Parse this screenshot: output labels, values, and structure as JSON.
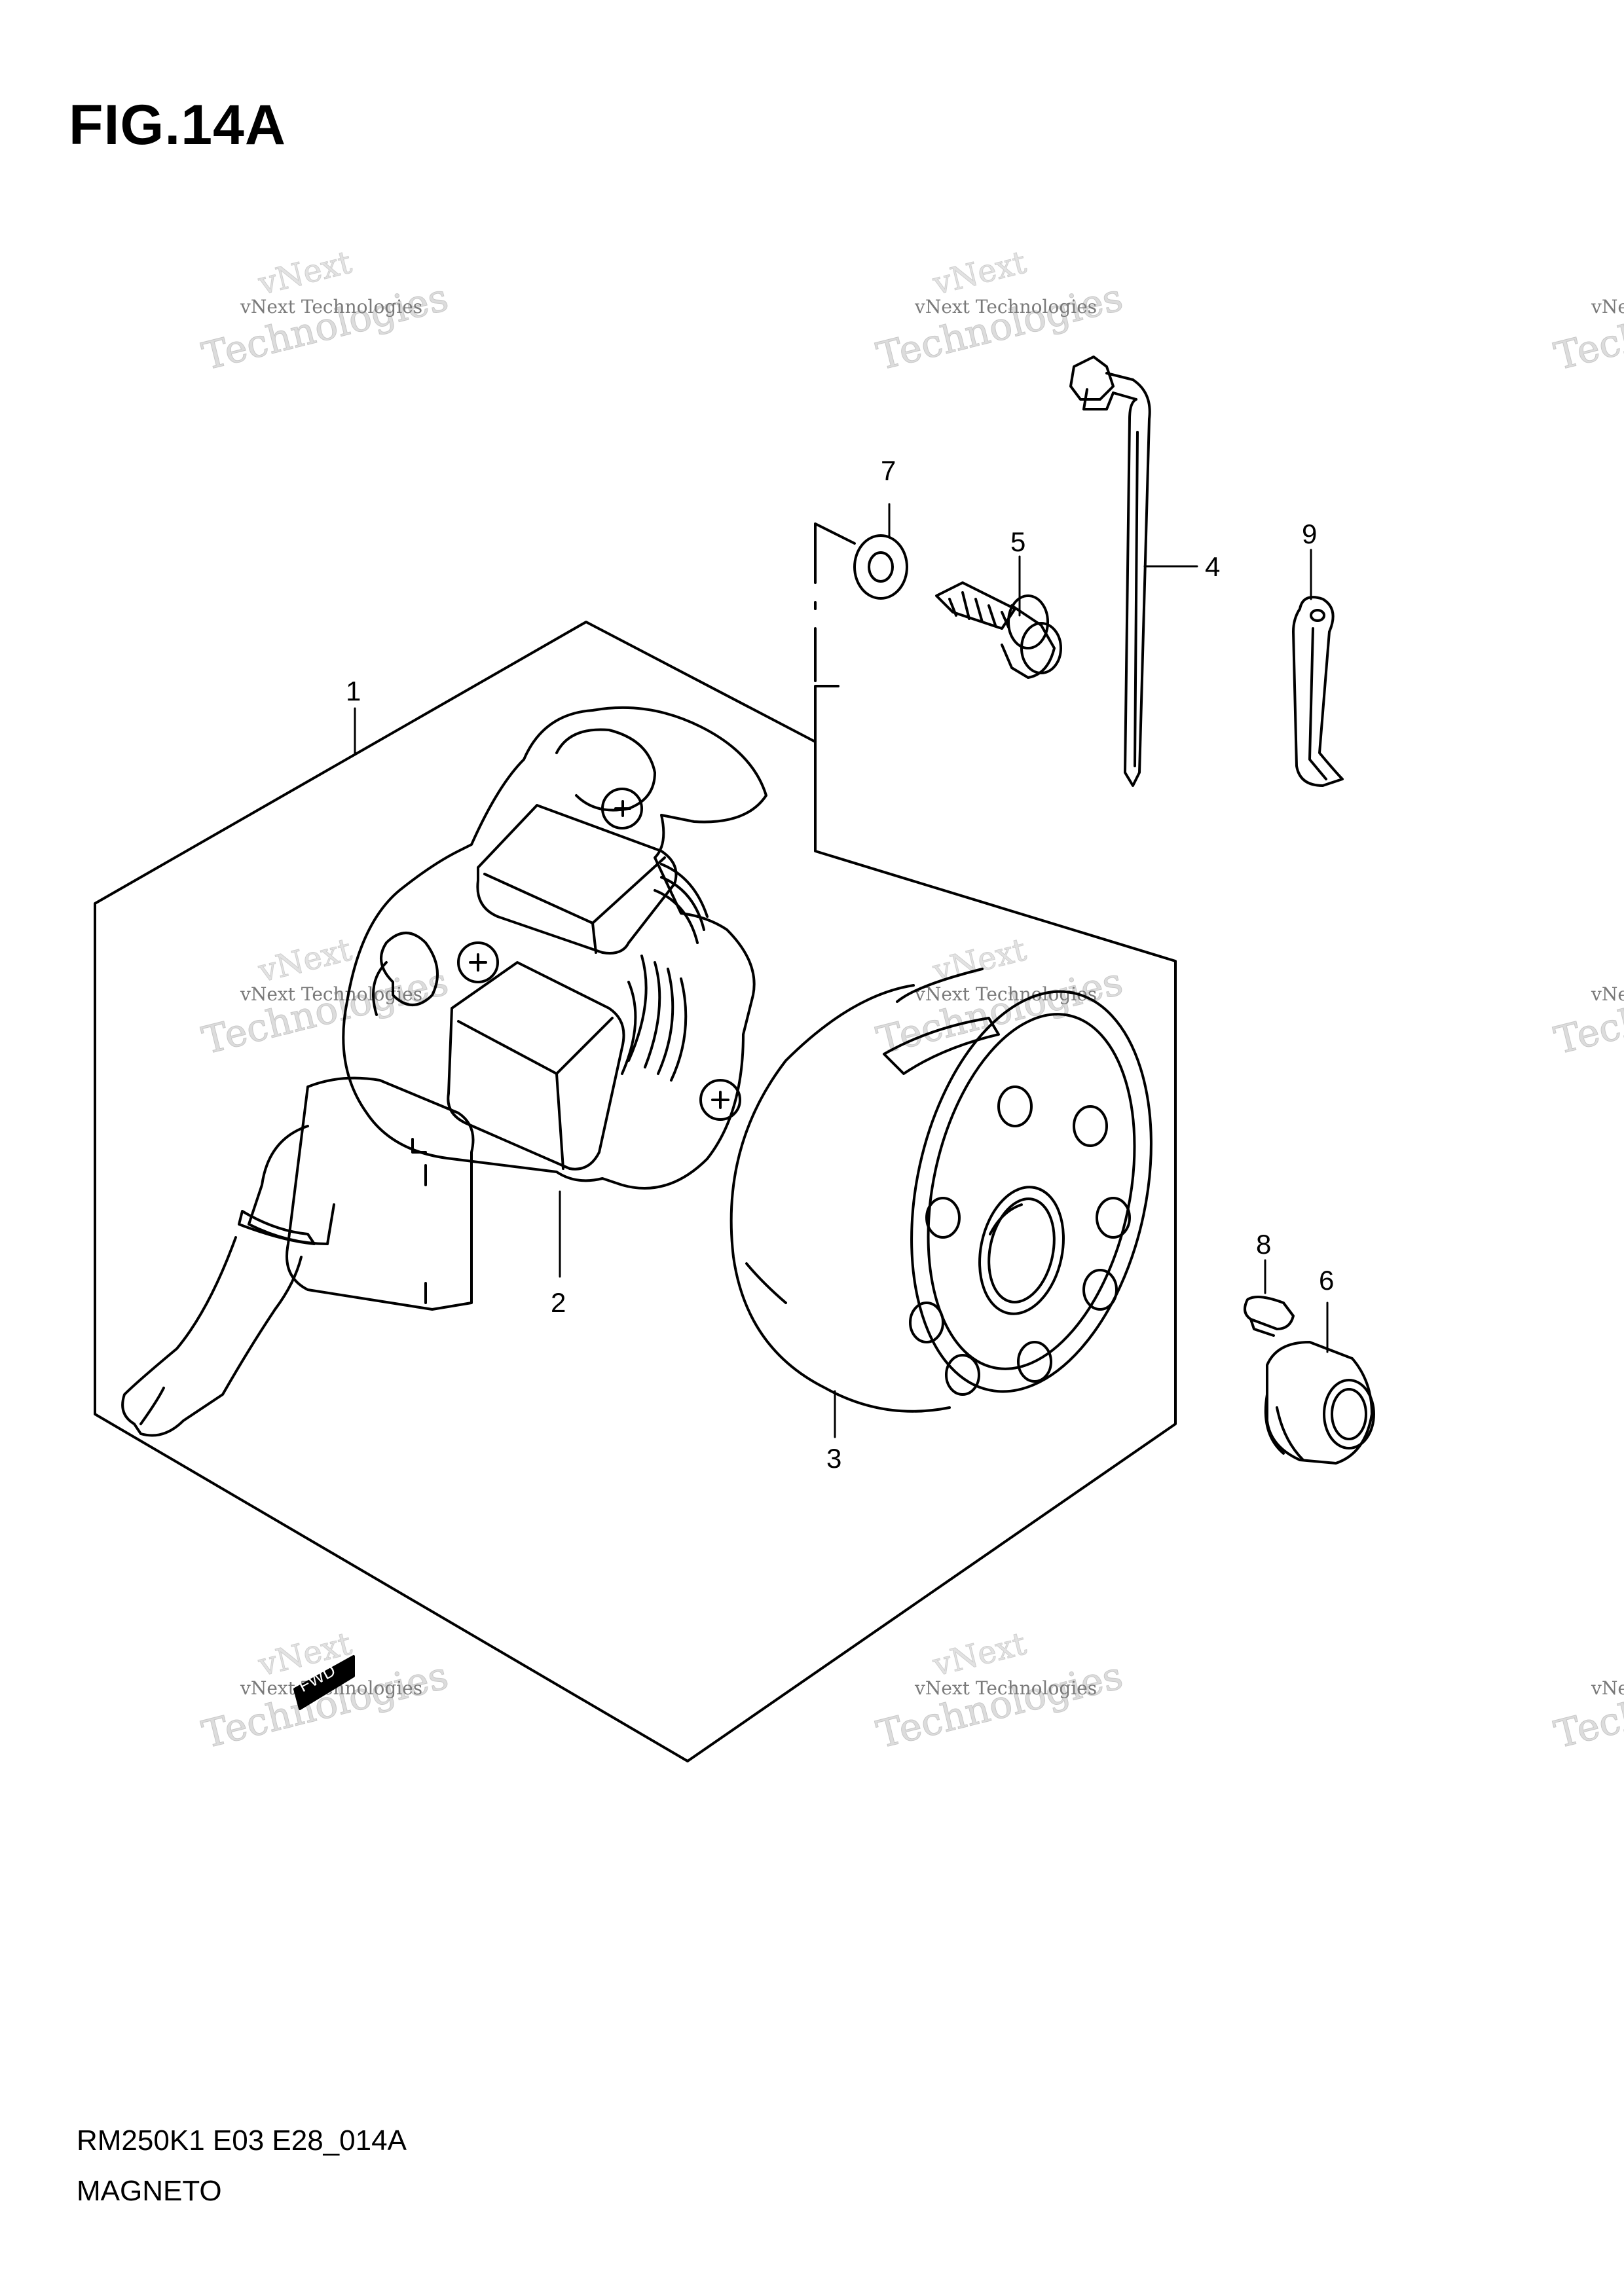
{
  "figure": {
    "title": "FIG.14A",
    "drawing_code": "RM250K1 E03 E28_014A",
    "assembly_name": "MAGNETO"
  },
  "callouts": [
    "1",
    "2",
    "3",
    "4",
    "5",
    "6",
    "7",
    "8",
    "9"
  ],
  "watermark": {
    "line_small": "vNext Technologies",
    "line_vnext": "vNext",
    "line_tech": "Technologies",
    "fwd_mark": "FWD"
  },
  "colors": {
    "ink": "#000000",
    "watermark": "#bdbdbd",
    "background": "#ffffff"
  }
}
